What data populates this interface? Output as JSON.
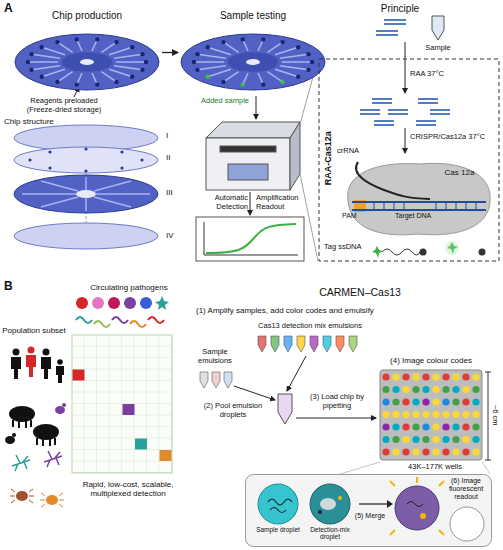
{
  "diagram": {
    "nodes": [
      {
        "text": [
          "Chip production"
        ]
      },
      {
        "text": [
          "Sample testing"
        ]
      },
      {
        "text": [
          "RAA-Cas12a"
        ]
      },
      {
        "text": [
          "Cas 12a"
        ],
        "in": 2
      },
      {
        "text": [
          "(4) Image colour codes"
        ]
      },
      {
        "text": [
          "(6) Image fluorescent readout"
        ]
      },
      {
        "text": [
          "Sample droplet"
        ],
        "in": 5
      },
      {
        "text": [
          "Detection-mix droplet"
        ],
        "in": 5
      }
    ],
    "edges": [
      {
        "from": 0,
        "to": 1,
        "arrow": "to"
      }
    ],
    "labels": [
      "A",
      "Reagents preloaded (Freeze-dried storage)",
      "Chip structure",
      "I",
      "II",
      "III",
      "IV",
      "Added sample",
      "Automatic Detection",
      "Amplification Readout",
      "Principle",
      "Sample",
      "RAA 37°C",
      "CRISPR/Cas12a 37°C",
      "crRNA",
      "PAM",
      "Target DNA",
      "Tag ssDNA",
      "B",
      "Circulating pathogens",
      "Population subset",
      "Rapid, low-cost, scalable, multiplexed detection",
      "CARMEN–Cas13",
      "(1) Amplify samples, add color codes and emulsify",
      "Cas13 detection mix emulsions",
      "Sample emulsions",
      "(2) Pool emulsion droplets",
      "(3) Load chip by pipetting",
      "~6 cm",
      "43K–177K wells",
      "(5) Merge"
    ]
  }
}
